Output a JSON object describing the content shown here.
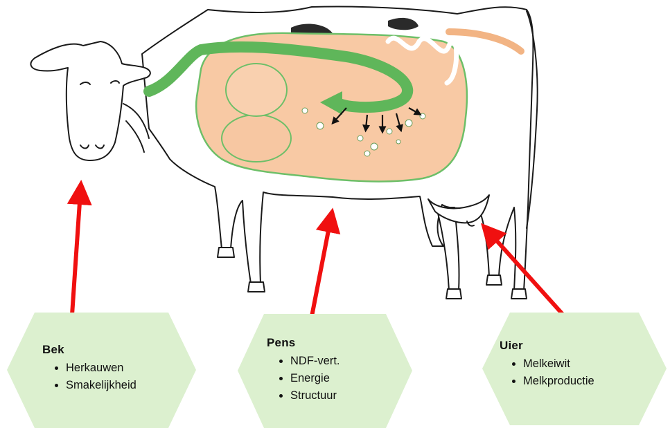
{
  "colors": {
    "hexagon_fill": "#dcf0cf",
    "arrow": "#f01010",
    "rumen_fill": "#f8c9a4",
    "digestive_green": "#5fb65a",
    "outline": "#1a1a1a"
  },
  "boxes": [
    {
      "title": "Bek",
      "items": [
        "Herkauwen",
        "Smakelijkheid"
      ]
    },
    {
      "title": "Pens",
      "items": [
        "NDF-vert.",
        "Energie",
        "Structuur"
      ]
    },
    {
      "title": "Uier",
      "items": [
        "Melkeiwit",
        "Melkproductie"
      ]
    }
  ]
}
